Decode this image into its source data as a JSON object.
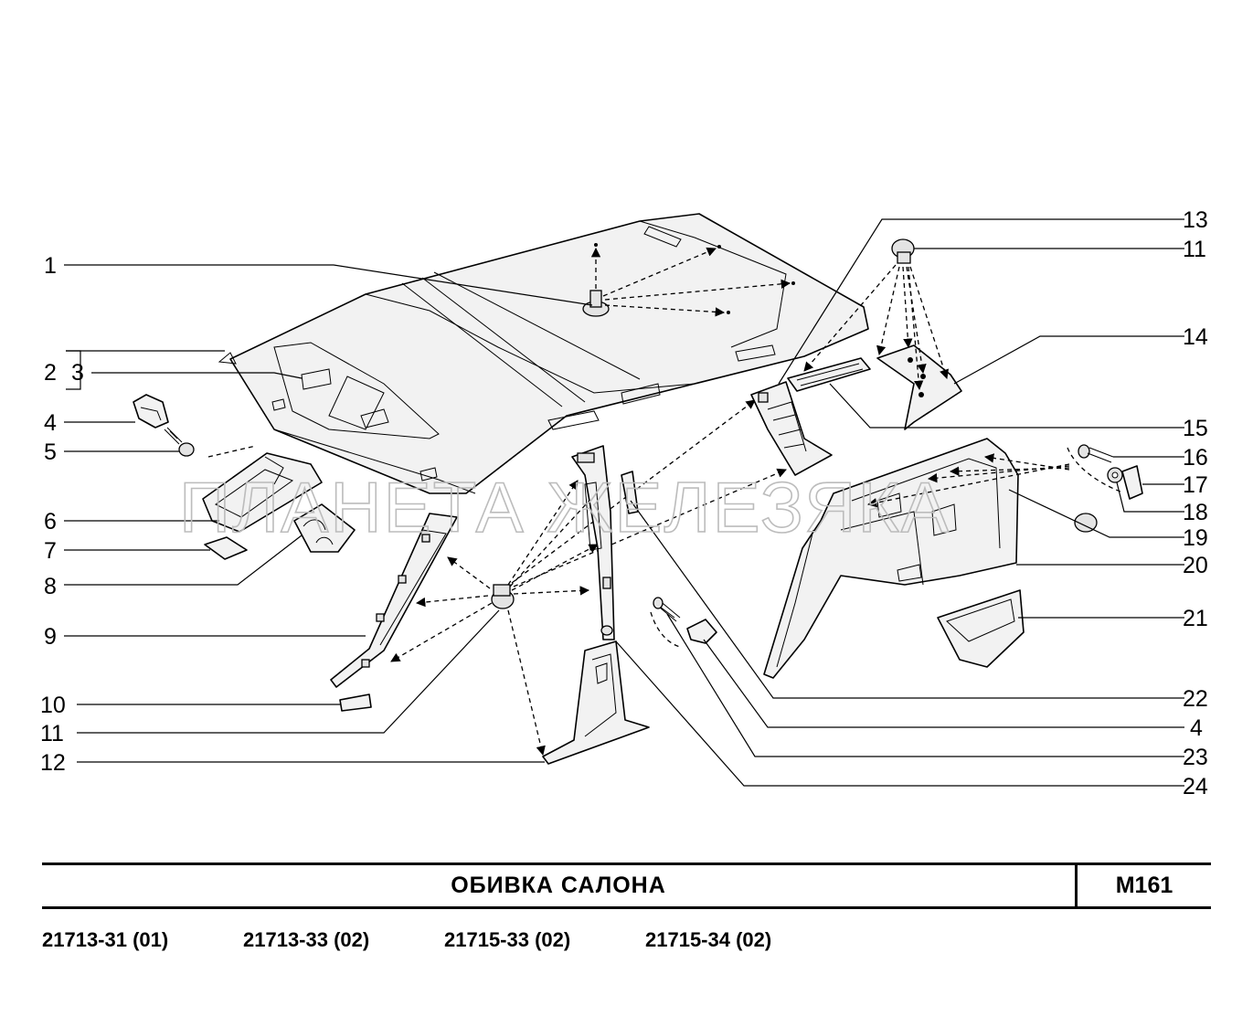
{
  "watermark": "ПЛАНЕТА ЖЕЛЕЗЯКА",
  "title": "ОБИВКА   САЛОНА",
  "code": "M161",
  "models": [
    "21713-31 (01)",
    "21713-33 (02)",
    "21715-33 (02)",
    "21715-34 (02)"
  ],
  "callouts": {
    "left": [
      "1",
      "2",
      "3",
      "4",
      "5",
      "6",
      "7",
      "8",
      "9",
      "10",
      "11",
      "12"
    ],
    "right": [
      "13",
      "11",
      "14",
      "15",
      "16",
      "17",
      "18",
      "19",
      "20",
      "21",
      "22",
      "4",
      "23",
      "24"
    ]
  }
}
